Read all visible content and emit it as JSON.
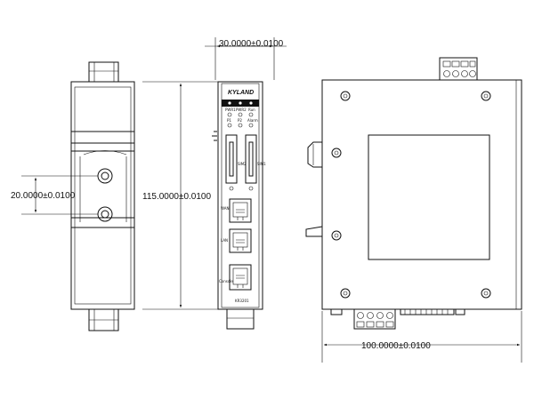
{
  "dimensions": {
    "top_width": "30.0000±0.0100",
    "height": "115.0000±0.0100",
    "hole_spacing": "20.0000±0.0100",
    "depth": "100.0000±0.0100"
  },
  "front_panel": {
    "brand": "KYLAND",
    "led_row_1": [
      "PWR1",
      "PWR2",
      "Run"
    ],
    "led_row_2": [
      "P1",
      "P2",
      "Alarm"
    ],
    "slot_labels": [
      "SIM2",
      "SIM1"
    ],
    "port_labels": [
      "WAN",
      "LAN",
      "Console"
    ],
    "model": "KR3201"
  },
  "colors": {
    "line": "#111111",
    "background": "#ffffff"
  }
}
